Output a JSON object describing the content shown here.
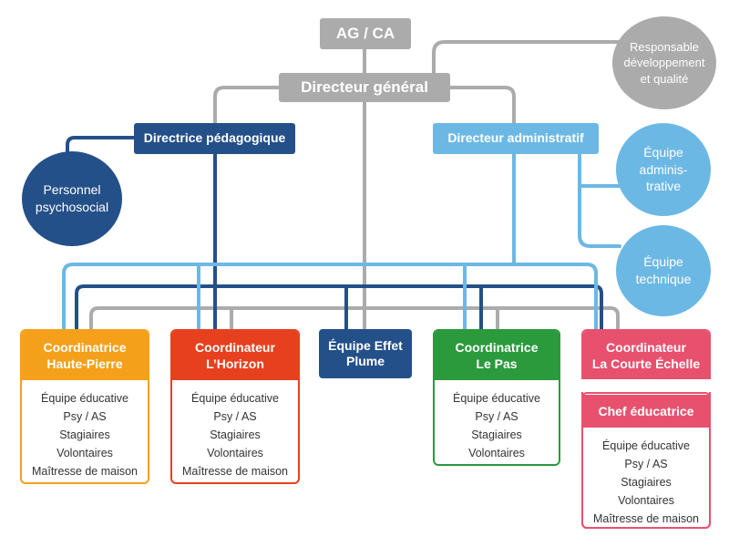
{
  "top": {
    "ag_ca": "AG / CA",
    "director": "Directeur général"
  },
  "responsable": {
    "lines": [
      "Responsable",
      "développement",
      "et qualité"
    ]
  },
  "directrice": "Directrice pédagogique",
  "admin_director": "Directeur administratif",
  "personnel": {
    "lines": [
      "Personnel",
      "psychosocial"
    ]
  },
  "equipe_admin": {
    "lines": [
      "Équipe",
      "adminis-",
      "trative"
    ]
  },
  "equipe_tech": {
    "lines": [
      "Équipe",
      "technique"
    ]
  },
  "effet_plume": {
    "lines": [
      "Équipe Effet",
      "Plume"
    ]
  },
  "units": [
    {
      "title": [
        "Coordinatrice",
        "Haute-Pierre"
      ],
      "color": "#f5a01a",
      "items": [
        "Équipe éducative",
        "Psy / AS",
        "Stagiaires",
        "Volontaires",
        "Maîtresse de maison"
      ]
    },
    {
      "title": [
        "Coordinateur",
        "L’Horizon"
      ],
      "color": "#e7401e",
      "items": [
        "Équipe éducative",
        "Psy / AS",
        "Stagiaires",
        "Volontaires",
        "Maîtresse de maison"
      ]
    },
    {
      "title": [
        "Coordinatrice",
        "Le Pas"
      ],
      "color": "#2a9a3d",
      "items": [
        "Équipe éducative",
        "Psy / AS",
        "Stagiaires",
        "Volontaires"
      ]
    },
    {
      "title": [
        "Coordinateur",
        "La Courte Échelle"
      ],
      "color": "#e8516e",
      "sub": "Chef éducatrice",
      "items": [
        "Équipe éducative",
        "Psy / AS",
        "Stagiaires",
        "Volontaires",
        "Maîtresse de maison"
      ]
    }
  ],
  "colors": {
    "grey": "#ababab",
    "dark": "#245089",
    "light": "#6cb8e5"
  }
}
